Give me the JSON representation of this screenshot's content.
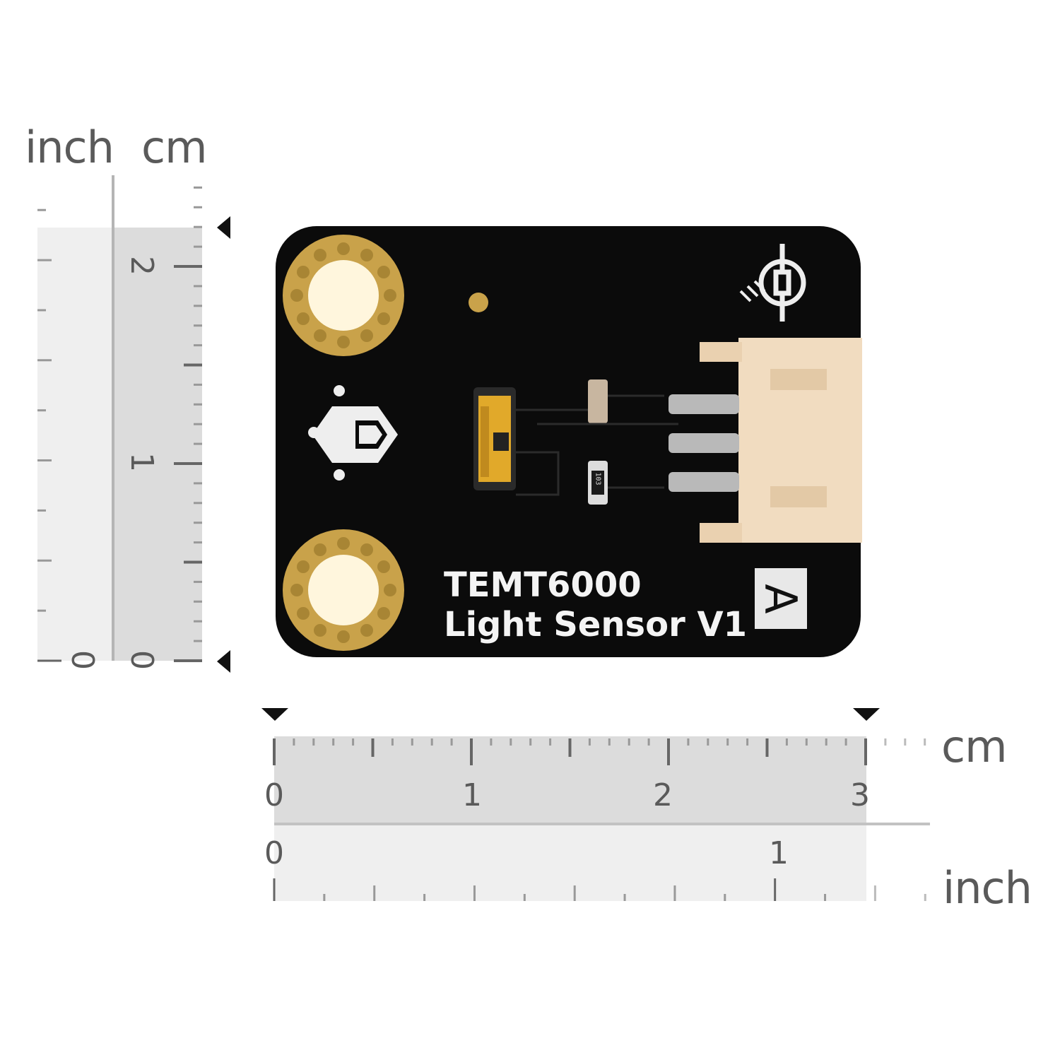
{
  "vertical_ruler": {
    "unit_left": "inch",
    "unit_right": "cm",
    "cm_labels": [
      "0",
      "1",
      "2"
    ],
    "inch_labels": [
      "0"
    ],
    "measured_cm": 2.2
  },
  "horizontal_ruler": {
    "unit_top": "cm",
    "unit_bottom": "inch",
    "cm_labels": [
      "0",
      "1",
      "2",
      "3"
    ],
    "inch_labels": [
      "0",
      "1"
    ],
    "measured_cm": 3.0
  },
  "board": {
    "title_line1": "TEMT6000",
    "title_line2": "Light Sensor V1",
    "type_badge": "A",
    "resistor_marking": "103",
    "colors": {
      "pcb": "#0b0b0b",
      "gold": "#c9a24a",
      "connector": "#f1dcc0",
      "silk": "#f2f2f2"
    }
  }
}
